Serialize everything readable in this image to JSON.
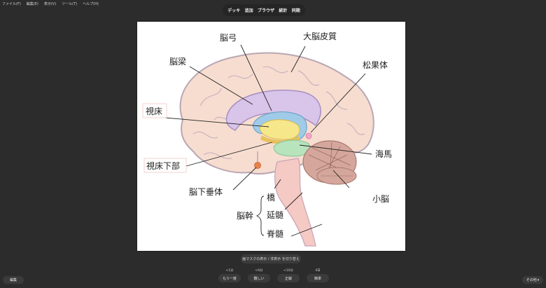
{
  "menubar": {
    "items": [
      {
        "label": "ファイル(F)"
      },
      {
        "label": "編集(E)"
      },
      {
        "label": "表示(V)"
      },
      {
        "label": "ツール(T)"
      },
      {
        "label": "ヘルプ(H)"
      }
    ]
  },
  "topnav": {
    "items": [
      {
        "label": "デッキ"
      },
      {
        "label": "追加"
      },
      {
        "label": "ブラウザ"
      },
      {
        "label": "統計"
      },
      {
        "label": "同期"
      }
    ]
  },
  "card": {
    "image_alt": "脳の矢状断面図",
    "labels": {
      "fornix": "脳弓",
      "cerebral_cortex": "大脳皮質",
      "corpus_callosum": "脳梁",
      "pineal_body": "松果体",
      "thalamus": "視床",
      "hippocampus": "海馬",
      "hypothalamus": "視床下部",
      "pituitary": "脳下垂体",
      "cerebellum": "小脳",
      "pons": "橋",
      "brainstem": "脳幹",
      "medulla": "延髄",
      "spinal_cord": "脊髄"
    },
    "colors": {
      "cortex": "#f7ddd0",
      "cortex_outline": "#b9a7b3",
      "corpus_callosum": "#d9c4ea",
      "fornix": "#9fcbe8",
      "thalamus": "#f6e78a",
      "thalamus_inner": "#e7c15c",
      "hippocampus": "#b7e3bd",
      "pineal": "#f0a8c4",
      "pituitary": "#e9814b",
      "cerebellum": "#d5a79c",
      "brainstem": "#f5c9c4"
    }
  },
  "controls": {
    "toggle_mask_label": "画マスクの表示 / 非表示 を切り替え",
    "answers": [
      {
        "time": "<1分",
        "label": "もう一度"
      },
      {
        "time": "<6分",
        "label": "難しい"
      },
      {
        "time": "<10分",
        "label": "正解"
      },
      {
        "time": "4日",
        "label": "簡単"
      }
    ],
    "edit_label": "編集",
    "more_label": "その他",
    "more_icon": "▾"
  }
}
